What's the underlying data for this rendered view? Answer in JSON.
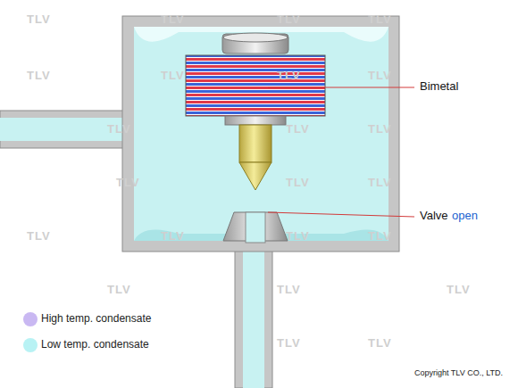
{
  "diagram": {
    "labels": [
      "Bimetal",
      "Valve",
      "open",
      "TLV",
      "TLV",
      "TLV",
      "TLV",
      "TLV",
      "TLV",
      "TLV",
      "TLV",
      "TLV",
      "TLV",
      "TLV",
      "TLV",
      "TLV",
      "TLV",
      "TLV",
      "TLV",
      "TLV",
      "TLV",
      "TLV",
      "TLV",
      "TLV",
      "TLV",
      "TLV",
      "Copyright TLV CO., LTD."
    ],
    "legend": [
      {
        "text": "High temp. condensate",
        "color": "#c9b8f2"
      },
      {
        "text": "Low temp. condensate",
        "color": "#b8f2f4"
      }
    ]
  }
}
